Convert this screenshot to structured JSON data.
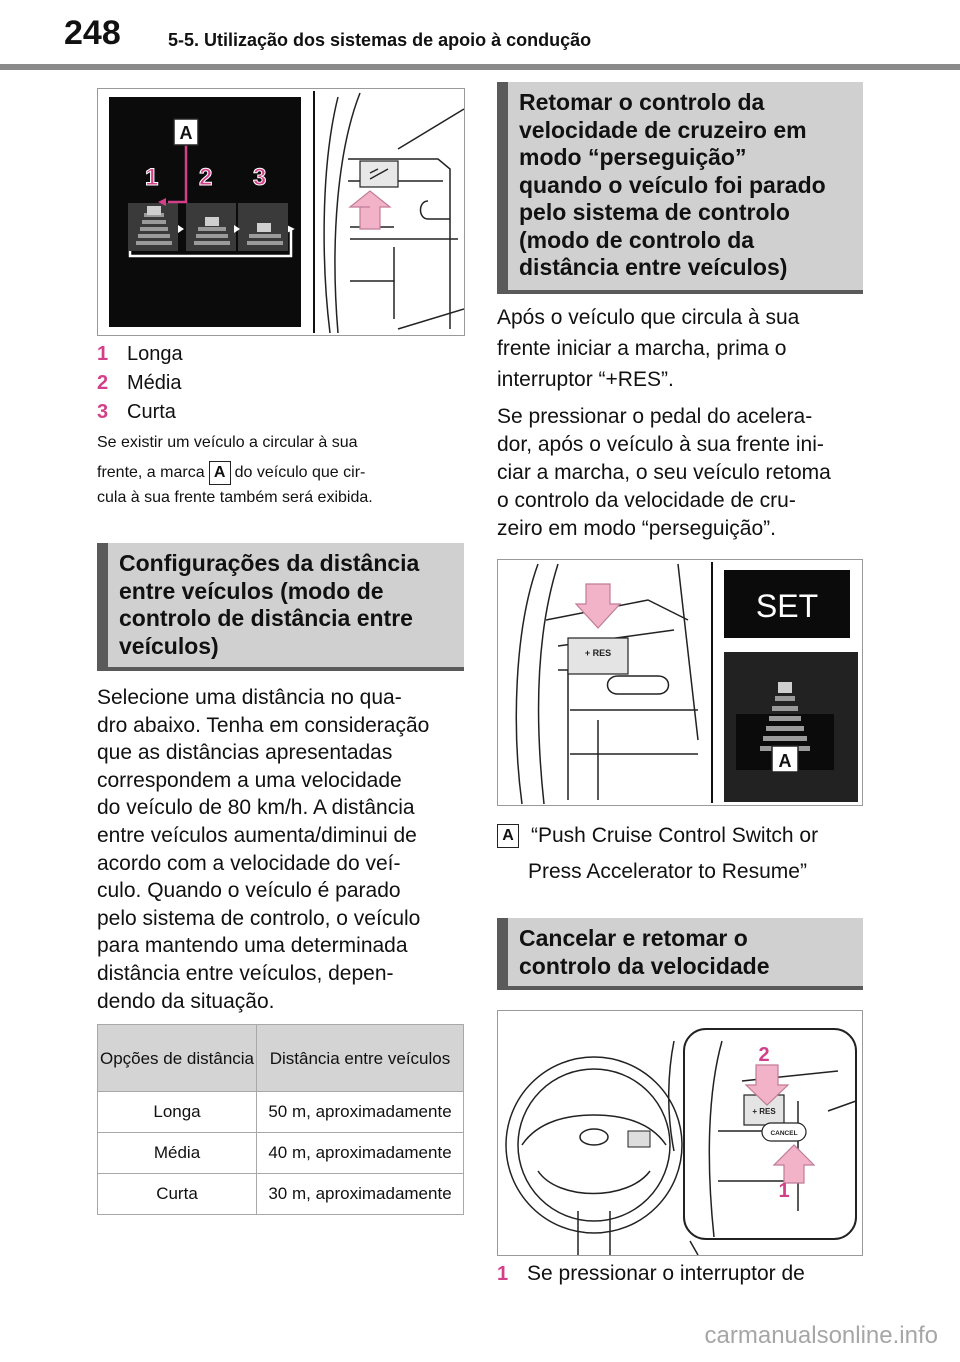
{
  "header": {
    "page_number": "248",
    "section": "5-5. Utilização dos sistemas de apoio à condução"
  },
  "figure1": {
    "callout_a": "A",
    "labels": [
      "1",
      "2",
      "3"
    ]
  },
  "distance_list": [
    {
      "num": "1",
      "label": "Longa"
    },
    {
      "num": "2",
      "label": "Média"
    },
    {
      "num": "3",
      "label": "Curta"
    }
  ],
  "note": {
    "line1": "Se existir um veículo a circular à sua",
    "line2_pre": "frente, a marca",
    "marker": "A",
    "line2_post": "do veículo que cir-",
    "line3": "cula à sua frente também será exibida."
  },
  "section_distance": {
    "heading_lines": [
      "Configurações da distância",
      "entre veículos (modo de",
      "controlo de distância entre",
      "veículos)"
    ],
    "body_lines": [
      "Selecione uma distância no qua-",
      "dro abaixo. Tenha em consideração",
      "que as distâncias apresentadas",
      "correspondem a uma velocidade",
      "do veículo de 80 km/h. A distância",
      "entre veículos aumenta/diminui de",
      "acordo com a velocidade do veí-",
      "culo. Quando o veículo é parado",
      "pelo sistema de controlo, o veículo",
      "para mantendo uma determinada",
      "distância entre veículos, depen-",
      "dendo da situação."
    ]
  },
  "table": {
    "headers": [
      "Opções de distância",
      "Distância entre veículos"
    ],
    "rows": [
      [
        "Longa",
        "50 m, aproximadamente"
      ],
      [
        "Média",
        "40 m, aproximadamente"
      ],
      [
        "Curta",
        "30 m, aproximadamente"
      ]
    ]
  },
  "section_resume": {
    "heading_lines": [
      "Retomar o controlo da",
      "velocidade de cruzeiro em",
      "modo “perseguição”",
      "quando o veículo foi parado",
      "pelo sistema de controlo",
      "(modo de controlo da",
      "distância entre veículos)"
    ],
    "para1_lines": [
      "Após o veículo que circula à sua",
      "frente iniciar a marcha, prima o",
      "interruptor “+RES”."
    ],
    "para2_lines": [
      "Se pressionar o pedal do acelera-",
      "dor, após o veículo à sua frente ini-",
      "ciar a marcha, o seu veículo retoma",
      "o controlo da velocidade de cru-",
      "zeiro em modo “perseguição”."
    ]
  },
  "figure2": {
    "set_label": "SET",
    "res_label": "+ RES",
    "callout_a": "A"
  },
  "caption_a": {
    "marker": "A",
    "line1": "“Push Cruise Control Switch or",
    "line2": "Press Accelerator to Resume”"
  },
  "section_cancel": {
    "heading_lines": [
      "Cancelar e retomar o",
      "controlo da velocidade"
    ]
  },
  "figure3": {
    "res_label": "+ RES",
    "cancel_label": "CANCEL",
    "label_1": "1",
    "label_2": "2"
  },
  "last_item": {
    "num": "1",
    "text": "Se pressionar o interruptor de"
  },
  "watermark": "carmanualsonline.info",
  "colors": {
    "accent_pink": "#d3408a",
    "arrow_pink": "#f2b3c9",
    "heading_bg": "#d0d0d0",
    "heading_bar": "#5a5a5a"
  }
}
